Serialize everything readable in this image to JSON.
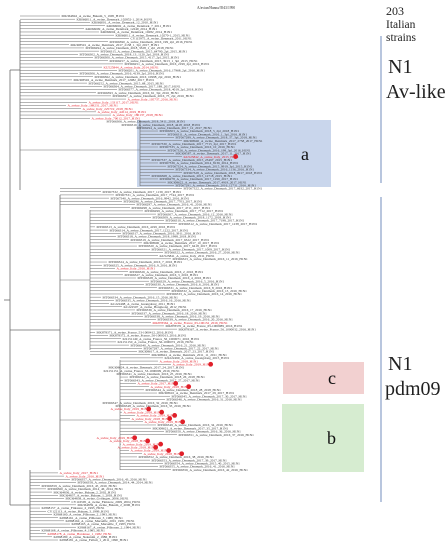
{
  "header": {
    "count_label": "203",
    "count_sub1": "Italian",
    "count_sub2": "strains"
  },
  "lineages": {
    "avlike_l1": "N1",
    "avlike_l2": "Av-like",
    "pdm_l1": "N1",
    "pdm_l2": "pdm09"
  },
  "clades": [
    {
      "id": "a",
      "label": "a",
      "color": "#c9d6ec"
    },
    {
      "id": "c",
      "label": "c",
      "color": "#f2d0d0"
    },
    {
      "id": "b",
      "label": "b",
      "color": "#d6ecd0"
    }
  ],
  "root_label": "A/avian/Hanna/3943/1990",
  "colors": {
    "branch": "#6b6b6b",
    "black_leaf": "#333333",
    "red_leaf": "#e0202a",
    "bracket": "#8aa0c8"
  },
  "leaves": [
    {
      "t": "MK364842_A_swine_Bakum_5_1995_H1N1",
      "c": "k"
    },
    {
      "t": "KR066011_A_swine_Denmark_102852-1_2014_H1N1",
      "c": "k"
    },
    {
      "t": "KR066001_A_swine_Denmark_12_2010_H1N1",
      "c": "k"
    },
    {
      "t": "KR066002_A_swine_Denmark_7_2011_H1N1",
      "c": "k"
    },
    {
      "t": "KR066009_A_swine_Denmark_12249_2014_H1N1",
      "c": "k"
    },
    {
      "t": "KR066004_A_swine_Denmark_10282_2014_H1N1",
      "c": "k"
    },
    {
      "t": "KR066011_A_swine_Denmark_10270-1_2015_H1N1",
      "c": "k"
    },
    {
      "t": "CY115975_A_swine_Denmark_2011_H1N1",
      "c": "k"
    },
    {
      "t": "MT066390_A_swine_Denmark_2016_199_2pl_2016_H1N1",
      "c": "k"
    },
    {
      "t": "MK308591_A_swine_Denmark_2017_2138_1_3pl_2017_H1N1",
      "c": "k"
    },
    {
      "t": "MT066294_A_swine_Denmark_2018_3328_1_2pl_2018_H1N1",
      "c": "k"
    },
    {
      "t": "MT066315_A_swine_Denmark_2015_64790_2pl_2015_H1N1",
      "c": "k"
    },
    {
      "t": "MT066302_A_swine_Denmark_2018_13_1120_2pl_2018_H1N1",
      "c": "k"
    },
    {
      "t": "MT066300_A_swine_Denmark_2015_4117_2pl_2015_H1N1",
      "c": "k"
    },
    {
      "t": "MT066257_A_swine_Denmark_2015_3913_1_3pl_2015_H1N1",
      "c": "k"
    },
    {
      "t": "MT066251_A_swine_Denmark_2016_2199_2pl_2016_H1N1",
      "c": "k"
    },
    {
      "t": "KU525844_A_swine_Italy_2014_H1N1",
      "c": "r"
    },
    {
      "t": "MT066201_A_swine_Denmark_2016_17968_2pl_2016_H1N1",
      "c": "k"
    },
    {
      "t": "MT066306_A_swine_Denmark_2016_4139_2pl_2016_H1N1",
      "c": "k"
    },
    {
      "t": "MT066362_A_swine_Denmark_2016_10998_2pl_2016_H1N1",
      "c": "k"
    },
    {
      "t": "MK308592_A_swine_Denmark_2017_12982_2017_H1N1",
      "c": "k"
    },
    {
      "t": "MT066252_A_swine_Denmark_2015_68_2015_H1N1",
      "c": "k"
    },
    {
      "t": "MT066364_A_swine_Denmark_2017_188_2017_H1N1",
      "c": "k"
    },
    {
      "t": "MT066377_A_swine_Denmark_2018_4019_2pl_2018_H1N1",
      "c": "k"
    },
    {
      "t": "MT066393_A_swine_Denmark_2016_61_3pl_2016_H1N1",
      "c": "k"
    },
    {
      "t": "MT066397_A_swine_Denmark_2016_75_2pl_2016_H1N1",
      "c": "k"
    },
    {
      "t": "A_swine_Italy_105737_2016_H1N1",
      "c": "r"
    },
    {
      "t": "A_swine_Italy_133117_2017_H1N1",
      "c": "r"
    },
    {
      "t": "A_swine_Italy_189231_2017_H1N1",
      "c": "r"
    },
    {
      "t": "A_swine_Italy_225719_2018_H1N1",
      "c": "r"
    },
    {
      "t": "A_swine_Italy_44514_2019_H1N1",
      "c": "r"
    },
    {
      "t": "A_swine_Italy_180137_2018_H1N1",
      "c": "r"
    },
    {
      "t": "A_swine_Italy_70012_2017_H1N1",
      "c": "r"
    },
    {
      "t": "MT066306_A_swine_Denmark_2018_5411_2018_H1N1",
      "c": "k"
    },
    {
      "t": "MT066316_A_swine_Denmark_2018_4418_2018_H1N1",
      "c": "k"
    },
    {
      "t": "MT066294_A_swine_Denmark_2017_12_2017_H1N1",
      "c": "k"
    },
    {
      "t": "MT066303_A_swine_Denmark_2018_5_2pl_2018_H1N1",
      "c": "k"
    },
    {
      "t": "MT066311_A_swine_Denmark_2016_1_3pl_2016_H1N1",
      "c": "k"
    },
    {
      "t": "MT067289_A_swine_Denmark_2018_37_3pl_2018_H1N1",
      "c": "k"
    },
    {
      "t": "MK308640_A_swine_Denmark_2017_2758_2017_H1N1",
      "c": "k"
    },
    {
      "t": "MT067330_A_swine_Denmark_2017_7715_2pl_2017_H1N1",
      "c": "k"
    },
    {
      "t": "MT067335_A_swine_Denmark_2016_10_2016_H1N1",
      "c": "k"
    },
    {
      "t": "MT067326_A_swine_Denmark_2016_198_3pl_2016_H1N1",
      "c": "k"
    },
    {
      "t": "MK308587_A_swine_Denmark_2017_11_2017_H1N1",
      "c": "k"
    },
    {
      "t": "KU525842_A_swine_Italy_2015_H1N1",
      "c": "r"
    },
    {
      "t": "MT067337_A_swine_Denmark_2015_23497_2015_H1N1",
      "c": "k"
    },
    {
      "t": "MT067336_A_swine_Denmark_2014_8136_2014_H1N1",
      "c": "k"
    },
    {
      "t": "MT067324_A_swine_Denmark_2015_9919_3pl_2015_H1N1",
      "c": "k"
    },
    {
      "t": "MT067334_A_swine_Denmark_2016_1136_2016_H1N1",
      "c": "k"
    },
    {
      "t": "MT067328_A_swine_Denmark_2018_9917_2018_H1N1",
      "c": "k"
    },
    {
      "t": "MT066368_A_swine_Denmark_2015_12718_2015_H1N1",
      "c": "k"
    },
    {
      "t": "MT066278_A_swine_Denmark_2017_1199_2017_H1N1",
      "c": "k"
    },
    {
      "t": "MK308622_A_swine_Denmark_2017_4919_2017_H1N1",
      "c": "k"
    },
    {
      "t": "MT067291_A_swine_Denmark_2016_12731_2016_H1N1",
      "c": "k"
    },
    {
      "t": "MT067322_A_swine_Denmark_2017_6632_2017_H1N1",
      "c": "k"
    },
    {
      "t": "MT067332_A_swine_Denmark_2017_1139_2017_H1N1",
      "c": "k"
    },
    {
      "t": "MT067331_A_swine_Denmark_2017_7744_2017_H1N1",
      "c": "k"
    },
    {
      "t": "MT067340_A_swine_Denmark_2016_9942_2016_H1N1",
      "c": "k"
    },
    {
      "t": "MT066296_A_swine_Denmark_2017_7703_2017_H1N1",
      "c": "k"
    },
    {
      "t": "MT066297_A_swine_Denmark_2016_41_2016_H1N1",
      "c": "k"
    },
    {
      "t": "MT066298_A_swine_Denmark_2017_4711_2017_H1N1",
      "c": "k"
    },
    {
      "t": "MT066299_A_swine_Denmark_2017_7712_2017_H1N1",
      "c": "k"
    },
    {
      "t": "MT066307_A_swine_Denmark_2016_12_2016_H1N1",
      "c": "k"
    },
    {
      "t": "MT066309_A_swine_Denmark_2018_1172_2018_H1N1",
      "c": "k"
    },
    {
      "t": "MT066310_A_swine_Denmark_2017_7198_2017_H1N1",
      "c": "k"
    },
    {
      "t": "MT066312_A_swine_Denmark_2017_1238_2017_H1N1",
      "c": "k"
    },
    {
      "t": "MT066313_A_swine_Denmark_2016_4199_2016_H1N1",
      "c": "k"
    },
    {
      "t": "MT066314_A_swine_Denmark_2017_1222_2017_H1N1",
      "c": "k"
    },
    {
      "t": "MT066317_A_swine_Denmark_2016_3911_2016_H1N1",
      "c": "k"
    },
    {
      "t": "MT066318_A_swine_Denmark_2018_1988_2018_H1N1",
      "c": "k"
    },
    {
      "t": "MT066319_A_swine_Denmark_2017_6322_2017_H1N1",
      "c": "k"
    },
    {
      "t": "MK308600_A_swine_Denmark_2017_10_2017_H1N1",
      "c": "k"
    },
    {
      "t": "MT066320_A_swine_Denmark_2017_6418_2017_H1N1",
      "c": "k"
    },
    {
      "t": "MT066321_A_swine_Denmark_2017_1009_2017_H1N1",
      "c": "k"
    },
    {
      "t": "MT066322_A_swine_Denmark_2016_27_2016_H1N1",
      "c": "k"
    },
    {
      "t": "KU525841_A_swine_Italy_2011_H1N1",
      "c": "k"
    },
    {
      "t": "MT066323_A_swine_Denmark_2016_11_2016_H1N1",
      "c": "k"
    },
    {
      "t": "MT066324_A_swine_Denmark_2016_7_2016_H1N1",
      "c": "k"
    },
    {
      "t": "MT066325_A_swine_Denmark_2016_9_2016_H1N1",
      "c": "k"
    },
    {
      "t": "A_swine_Italy_2016_H1N1",
      "c": "r"
    },
    {
      "t": "MT066326_A_swine_Denmark_2016_2_2016_H1N1",
      "c": "k"
    },
    {
      "t": "MT066327_A_swine_Denmark_2016_3_2016_H1N1",
      "c": "k"
    },
    {
      "t": "MT066328_A_swine_Denmark_2016_4_2016_H1N1",
      "c": "k"
    },
    {
      "t": "MT066329_A_swine_Denmark_2016_5_2016_H1N1",
      "c": "k"
    },
    {
      "t": "MT066330_A_swine_Denmark_2016_6_2016_H1N1",
      "c": "k"
    },
    {
      "t": "MT066331_A_swine_Denmark_2016_8_2016_H1N1",
      "c": "k"
    },
    {
      "t": "MT066332_A_swine_Denmark_2016_13_2016_H1N1",
      "c": "k"
    },
    {
      "t": "MT066333_A_swine_Denmark_2016_14_2016_H1N1",
      "c": "k"
    },
    {
      "t": "MT066334_A_swine_Denmark_2016_15_2016_H1N1",
      "c": "k"
    },
    {
      "t": "MT066335_A_swine_Denmark_2016_16_2016_H1N1",
      "c": "k"
    },
    {
      "t": "KC222498_A_swine_Guangdong_2011_H1N1",
      "c": "k"
    },
    {
      "t": "KC222507_A_swine_Hongkong_2012_H1N1",
      "c": "k"
    },
    {
      "t": "MT066336_A_swine_Denmark_2016_17_2016_H1N1",
      "c": "k"
    },
    {
      "t": "MT066337_A_swine_Denmark_2016_18_2016_H1N1",
      "c": "k"
    },
    {
      "t": "MT066338_A_swine_Denmark_2016_19_2016_H1N1",
      "c": "k"
    },
    {
      "t": "MT066339_A_swine_Denmark_2016_20_2016_H1N1",
      "c": "k"
    },
    {
      "t": "MK878364_A_swine_France_65-100132_2016_H1N1",
      "c": "r"
    },
    {
      "t": "MK878370_A_swine_France_65-1000089_2016_H1N1",
      "c": "k"
    },
    {
      "t": "MK878367_A_swine_France_56_1000032_2016_H1N1",
      "c": "k"
    },
    {
      "t": "MK878371_A_swine_France_53-1000412_2016_H1N1",
      "c": "k"
    },
    {
      "t": "MK878372_A_swine_France_56-1000013_2016_H1N1",
      "c": "k"
    },
    {
      "t": "KX151149_A_swine_France_56_1000071_2016_H1N1",
      "c": "k"
    },
    {
      "t": "KX151150_A_swine_France_56-1000072_2016_H1N1",
      "c": "k"
    },
    {
      "t": "MT066340_A_swine_Denmark_2016_21_2016_H1N1",
      "c": "k"
    },
    {
      "t": "MT067287_A_swine_Denmark_2017_22_2017_H1N1",
      "c": "k"
    },
    {
      "t": "MK308617_A_swine_Denmark_2017_23_2017_H1N1",
      "c": "k"
    },
    {
      "t": "MK308641_A_swine_Denmark_2011_11_2011_H1N1",
      "c": "k"
    },
    {
      "t": "KX222499_A_swine_Guangdong_2015_H1N1",
      "c": "k"
    },
    {
      "t": "A_swine_Italy_2018_H1N1",
      "c": "r"
    },
    {
      "t": "A_swine_Italy_2019_H1N1",
      "c": "r"
    },
    {
      "t": "MK308624_A_swine_Denmark_2017_24_2017_H1N1",
      "c": "k"
    },
    {
      "t": "KX151151_A_swine_France_53-1000009_2016_H1N1",
      "c": "k"
    },
    {
      "t": "MT066341_A_swine_Denmark_2016_25_2016_H1N1",
      "c": "k"
    },
    {
      "t": "MT066342_A_swine_Denmark_2018_26_2018_H1N1",
      "c": "k"
    },
    {
      "t": "MT066343_A_swine_Denmark_2017_27_2017_H1N1",
      "c": "k"
    },
    {
      "t": "A_swine_Italy_2017_H1N1",
      "c": "r"
    },
    {
      "t": "A_swine_Italy_2018_H1N1",
      "c": "r"
    },
    {
      "t": "MT066344_A_swine_Denmark_2018_28_2018_H1N1",
      "c": "k"
    },
    {
      "t": "MK308610_A_swine_Denmark_2017_29_2017_H1N1",
      "c": "k"
    },
    {
      "t": "MT066345_A_swine_Denmark_2017_30_2017_H1N1",
      "c": "k"
    },
    {
      "t": "MT066346_A_swine_Denmark_2016_31_2016_H1N1",
      "c": "k"
    },
    {
      "t": "MT066347_A_swine_Denmark_2016_32_2016_H1N1",
      "c": "k"
    },
    {
      "t": "MT066348_A_swine_Denmark_2016_33_2016_H1N1",
      "c": "k"
    },
    {
      "t": "A_swine_Italy_2019_H1N1",
      "c": "r"
    },
    {
      "t": "A_swine_Italy_2018_H1N1",
      "c": "r"
    },
    {
      "t": "A_swine_Italy_2019_H1N1",
      "c": "r"
    },
    {
      "t": "A_swine_Italy_2018_H1N1",
      "c": "r"
    },
    {
      "t": "A_swine_Italy_2019_H1N1",
      "c": "r"
    },
    {
      "t": "MT066349_A_swine_Denmark_2016_34_2016_H1N1",
      "c": "k"
    },
    {
      "t": "MK308621_A_swine_Denmark_2017_35_2017_H1N1",
      "c": "k"
    },
    {
      "t": "MT066350_A_swine_Denmark_2016_36_2016_H1N1",
      "c": "k"
    },
    {
      "t": "MT066351_A_swine_Denmark_2016_37_2016_H1N1",
      "c": "k"
    },
    {
      "t": "A_swine_Italy_2019_H1N1",
      "c": "r"
    },
    {
      "t": "A_swine_Italy_2018_H1N1",
      "c": "r"
    },
    {
      "t": "A_swine_Italy_2019_H1N1",
      "c": "r"
    },
    {
      "t": "A_swine_Italy_2018_H1N1",
      "c": "r"
    },
    {
      "t": "A_swine_Italy_2019_H1N1",
      "c": "r"
    },
    {
      "t": "A_swine_Italy_2018_H1N1",
      "c": "r"
    },
    {
      "t": "MT066352_A_swine_Denmark_2016_38_2016_H1N1",
      "c": "k"
    },
    {
      "t": "MT066353_A_swine_Denmark_2017_39_2017_H1N1",
      "c": "k"
    },
    {
      "t": "MT066354_A_swine_Denmark_2015_40_2015_H1N1",
      "c": "k"
    },
    {
      "t": "MT066355_A_swine_Denmark_2016_41_2016_H1N1",
      "c": "k"
    },
    {
      "t": "MT066356_A_swine_Denmark_2016_42_2016_H1N1",
      "c": "k"
    },
    {
      "t": "A_swine_Italy_2017_H1N1",
      "c": "r"
    },
    {
      "t": "A_swine_Italy_2016_H1N1",
      "c": "r"
    },
    {
      "t": "MT066357_A_swine_Denmark_2016_43_2016_H1N1",
      "c": "k"
    },
    {
      "t": "MT066358_A_swine_Denmark_2014_44_2014_H1N1",
      "c": "k"
    },
    {
      "t": "MT066359_A_swine_Denmark_2016_45_2016_H1N1",
      "c": "k"
    },
    {
      "t": "MT066360_A_swine_Denmark_2014_46_2014_H1N1",
      "c": "k"
    },
    {
      "t": "MK364836_A_swine_Bakum_2_2002_H1N1",
      "c": "k"
    },
    {
      "t": "MK364837_A_swine_Bakum_1_2003_H1N1",
      "c": "k"
    },
    {
      "t": "MK364838_A_swine_Gotlingen_2006_H1N1",
      "c": "k"
    },
    {
      "t": "CY116595_A_swine_Finistere_2009_2004_H1N1",
      "c": "k"
    },
    {
      "t": "MK364839_A_swine_Bakum_2_2006_H1N1",
      "c": "k"
    },
    {
      "t": "KJ868157_A_swine_Finistere_2_1995_H1N1",
      "c": "k"
    },
    {
      "t": "CY122113_A_swine_Bakum_3_1999_H1N1",
      "c": "k"
    },
    {
      "t": "KJ868160_A_swine_Pilhonen_2_1993_H1N1",
      "c": "k"
    },
    {
      "t": "KJ868161_A_swine_Pilhonen_3_1989_H1N1",
      "c": "k"
    },
    {
      "t": "KJ868164_A_swine_Marseille_2001_1981_H1N1",
      "c": "k"
    },
    {
      "t": "KJ868165_A_swine_Marseille_3_1983_H1N1",
      "c": "k"
    },
    {
      "t": "KJ868167_A_swine_Pilhonen_2_1984_H1N1",
      "c": "k"
    },
    {
      "t": "KJ868168_A_swine_Pilhonen_4_1985_H1N1",
      "c": "k"
    },
    {
      "t": "KJ868178_A_swine_Hardenee_1_1982_H1N1",
      "c": "r"
    },
    {
      "t": "KJ868180_A_swine_Nekanini_2_1986_H1N1",
      "c": "k"
    },
    {
      "t": "KJ868181_A_swine_Falluit_1_2011_1990_H1N1",
      "c": "k"
    }
  ]
}
